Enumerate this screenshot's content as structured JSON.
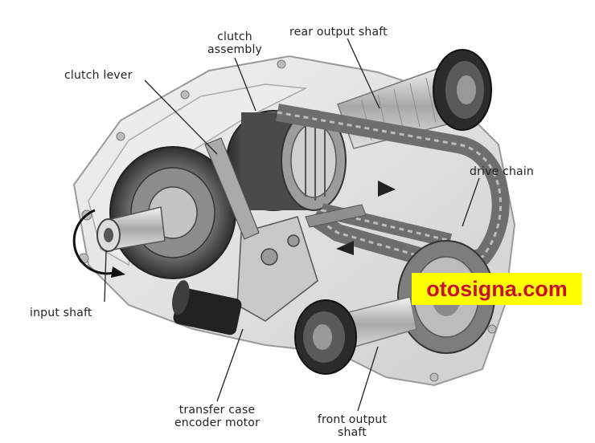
{
  "labels": {
    "clutch_assembly": [
      "clutch",
      "assembly"
    ],
    "rear_output_shaft": "rear output shaft",
    "clutch_lever": "clutch lever",
    "drive_chain": "drive chain",
    "input_shaft": "input shaft",
    "transfer_case_encoder_motor": [
      "transfer case",
      "encoder motor"
    ],
    "front_output_shaft": [
      "front output",
      "shaft"
    ]
  },
  "watermark": "otosigna.com",
  "colors": {
    "watermark_bg": "#ffff00",
    "watermark_text": "#c8102e",
    "housing": "#e4e4e4",
    "metal_dark": "#3a3a3a",
    "chain": "#777777"
  }
}
